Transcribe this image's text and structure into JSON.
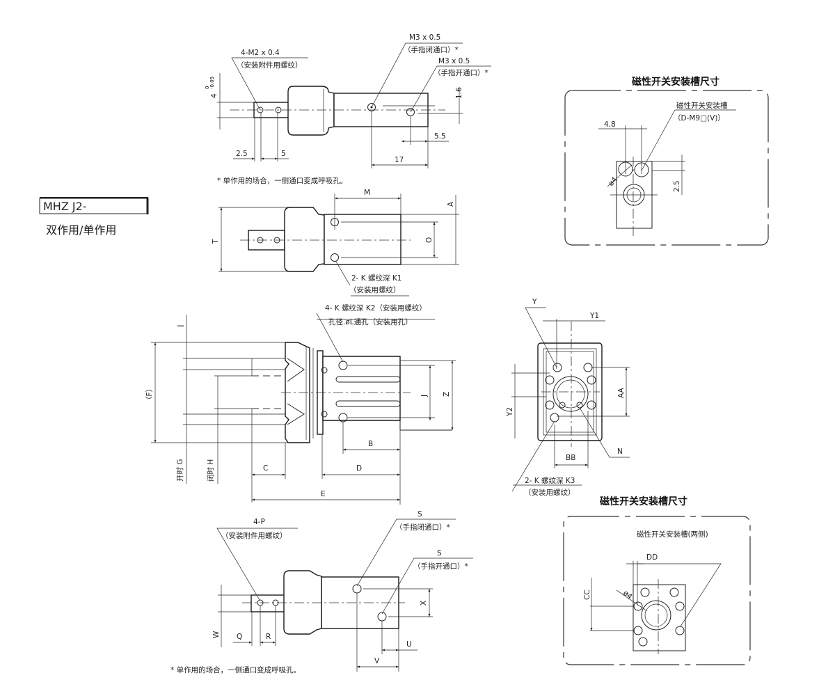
{
  "model": {
    "code": "MHZ J2-",
    "subtitle": "双作用/单作用"
  },
  "top_view": {
    "m2_label": "4-M2 x 0.4",
    "m2_note": "（安装附件用螺纹）",
    "m3_close_label": "M3 x 0.5",
    "m3_close_note": "（手指闭通口）*",
    "m3_open_label": "M3 x 0.5",
    "m3_open_note": "（手指开通口）*",
    "dim_4": "4",
    "dim_4_tol_upper": "0",
    "dim_4_tol_lower": "-0.05",
    "dim_2_5": "2.5",
    "dim_5": "5",
    "dim_17": "17",
    "dim_5_5": "5.5",
    "dim_1_6": "1.6",
    "footnote": "* 单作用的场合，一侧通口变成呼吸孔。"
  },
  "side_view": {
    "dim_M": "M",
    "dim_A": "A",
    "dim_T": "T",
    "dim_O": "O",
    "k1_label": "2- K 螺纹深 K1",
    "k1_note": "（安装用螺纹）"
  },
  "front_view": {
    "k2_label": "4- K 螺纹深 K2（安装用螺纹）",
    "l_label": "孔径.øL通孔（安装用孔）",
    "dim_I": "I",
    "dim_F": "（F）",
    "dim_G": "开时 G",
    "dim_H": "闭时 H",
    "dim_J": "J",
    "dim_Z": "Z",
    "dim_B": "B",
    "dim_C": "C",
    "dim_D": "D",
    "dim_E": "E"
  },
  "end_view": {
    "dim_Y": "Y",
    "dim_Y1": "Y1",
    "dim_Y2": "Y2",
    "dim_AA": "AA",
    "dim_BB": "BB",
    "dim_N": "N",
    "k3_label": "2- K 螺纹深 K3",
    "k3_note": "（安装用螺纹）"
  },
  "bottom_view": {
    "p_label": "4-P",
    "p_note": "（安装附件用螺纹）",
    "s_close_label": "S",
    "s_close_note": "（手指闭通口）*",
    "s_open_label": "S",
    "s_open_note": "（手指开通口）*",
    "dim_W": "W",
    "dim_Q": "Q",
    "dim_R": "R",
    "dim_X": "X",
    "dim_U": "U",
    "dim_V": "V",
    "footnote": "* 单作用的场合，一侧通口变成呼吸孔。"
  },
  "switch_slot_1": {
    "title": "磁性开关安装槽尺寸",
    "label": "磁性开关安装槽",
    "model": "（D-M9□(V)）",
    "dim_4_8": "4.8",
    "dim_phi4": "ø4",
    "dim_2_5": "2.5"
  },
  "switch_slot_2": {
    "title": "磁性开关安装槽尺寸",
    "label": "磁性开关安装槽(两侧)",
    "dim_DD": "DD",
    "dim_CC": "CC",
    "dim_phi4": "ø4"
  }
}
